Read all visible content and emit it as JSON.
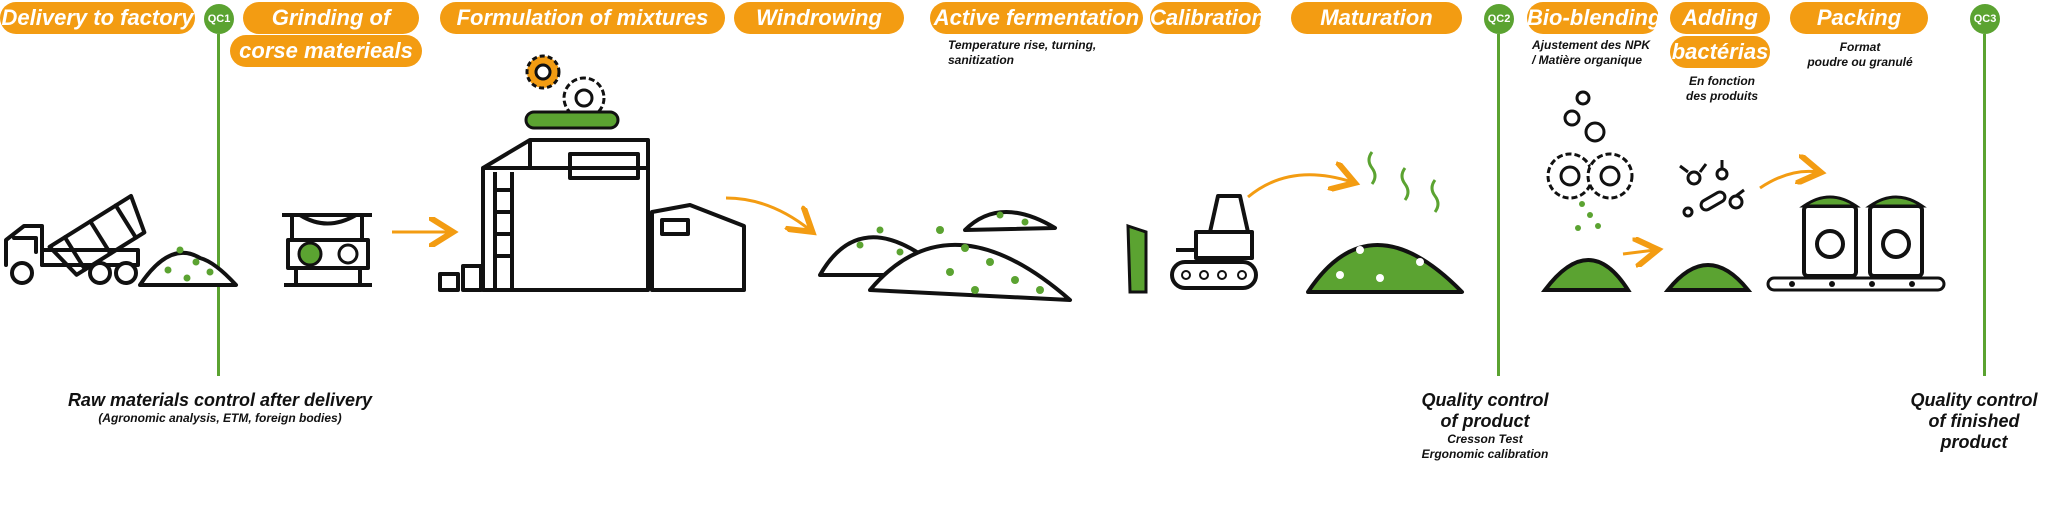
{
  "colors": {
    "orange": "#F39C12",
    "green": "#5BA331",
    "black": "#111111"
  },
  "steps": [
    {
      "label": "Delivery to factory"
    },
    {
      "label": "Grinding of",
      "label2": "corse materieals"
    },
    {
      "label": "Formulation of mixtures"
    },
    {
      "label": "Windrowing"
    },
    {
      "label": "Active fermentation",
      "note": [
        "Temperature rise, turning,",
        "sanitization"
      ]
    },
    {
      "label": "Calibration"
    },
    {
      "label": "Maturation"
    },
    {
      "label": "Bio-blending",
      "note": [
        "Ajustement des NPK",
        "/ Matière organique"
      ]
    },
    {
      "label": "Adding",
      "label2": "bactérias",
      "note": [
        "En fonction",
        "des produits"
      ]
    },
    {
      "label": "Packing",
      "note": [
        "Format",
        "poudre ou granulé"
      ]
    }
  ],
  "qc": [
    {
      "id": "QC1",
      "title": [
        "Raw materials control after delivery"
      ],
      "sub": [
        "(Agronomic analysis, ETM, foreign bodies)"
      ]
    },
    {
      "id": "QC2",
      "title": [
        "Quality control",
        "of product"
      ],
      "sub": [
        "Cresson Test",
        "Ergonomic calibration"
      ]
    },
    {
      "id": "QC3",
      "title": [
        "Quality control",
        "of finished",
        "product"
      ],
      "sub": []
    }
  ],
  "icons": [
    "dump-truck-icon",
    "grinder-icon",
    "factory-icon",
    "gears-icon",
    "conveyor-icon",
    "windrow-piles-icon",
    "bulldozer-icon",
    "steaming-compost-icon",
    "bubbles-icon",
    "bio-gears-icon",
    "powder-pile-icon",
    "bacteria-icon",
    "packaging-sacks-icon",
    "arrow-icon"
  ]
}
